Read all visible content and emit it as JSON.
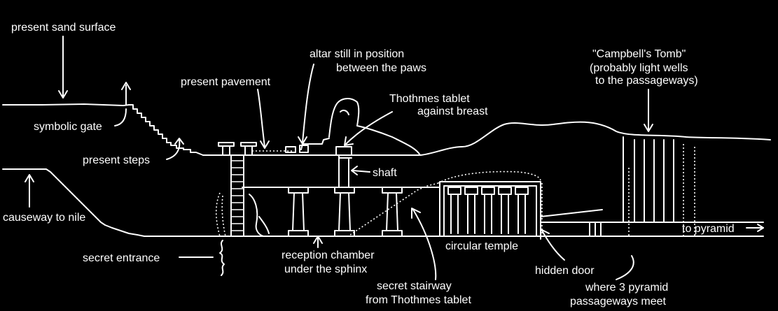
{
  "labels": {
    "present_sand_surface": "present sand surface",
    "altar_line1": "altar still in position",
    "altar_line2": "between the paws",
    "present_pavement": "present pavement",
    "campbell_line1": "\"Campbell's Tomb\"",
    "campbell_line2": "(probably light wells",
    "campbell_line3": "to the passageways)",
    "thothmes_line1": "Thothmes tablet",
    "thothmes_line2": "against breast",
    "symbolic_gate": "symbolic gate",
    "present_steps": "present steps",
    "shaft": "shaft",
    "causeway": "causeway to nile",
    "to_pyramid": "to pyramid",
    "secret_entrance": "secret entrance",
    "circular_temple": "circular temple",
    "reception_line1": "reception chamber",
    "reception_line2": "under the sphinx",
    "hidden_door": "hidden door",
    "stairway_line1": "secret stairway",
    "stairway_line2": "from Thothmes tablet",
    "where_line1": "where 3 pyramid",
    "where_line2": "passageways meet"
  },
  "colors": {
    "background": "#000000",
    "ink": "#ffffff"
  }
}
